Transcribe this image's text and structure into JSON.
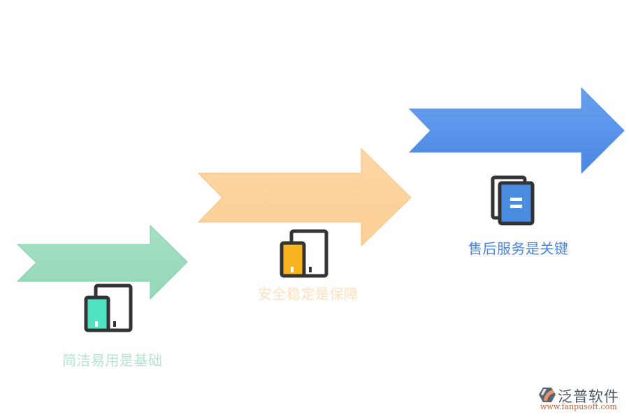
{
  "steps": [
    {
      "label": "简洁易用是基础",
      "color": "#9ddcbf",
      "label_color": "#b4e6ce",
      "icon": "devices-icon",
      "icon_fill": "#50e3c2"
    },
    {
      "label": "安全稳定是保障",
      "color": "#fdd39e",
      "label_color": "#fde0bd",
      "icon": "devices-icon",
      "icon_fill": "#f8b51f"
    },
    {
      "label": "售后服务是关键",
      "color": "#5b95e9",
      "label_color": "#4a86e0",
      "icon": "documents-icon",
      "icon_fill": "#4a8de0"
    }
  ],
  "logo": {
    "title": "泛普软件",
    "url": "www.fanpusoft.com"
  }
}
